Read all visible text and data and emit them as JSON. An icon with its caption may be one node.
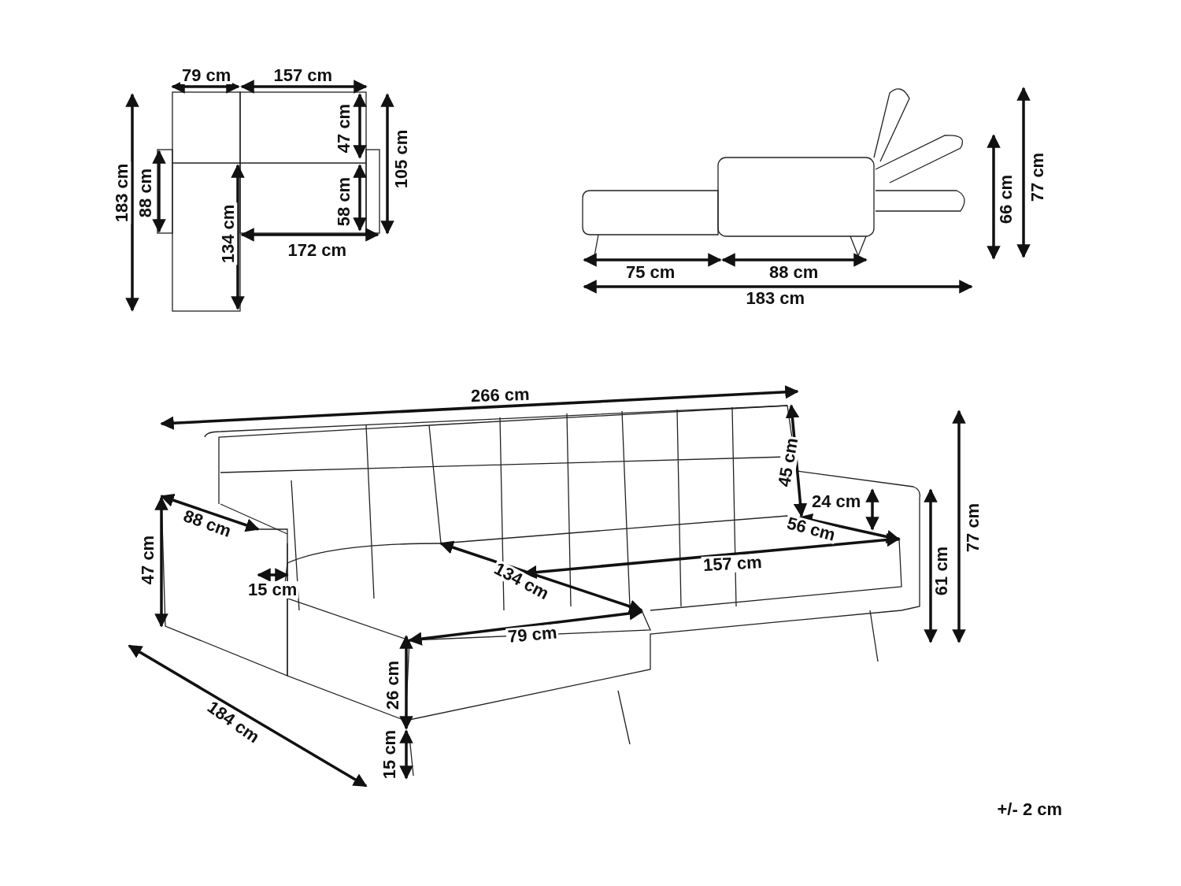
{
  "diagram": {
    "labels": [
      "79 cm",
      "157 cm",
      "47 cm",
      "105 cm",
      "183 cm",
      "88 cm",
      "58 cm",
      "134 cm",
      "172 cm",
      "77 cm",
      "66 cm",
      "75 cm",
      "88 cm",
      "183 cm",
      "266 cm",
      "45 cm",
      "24 cm",
      "88 cm",
      "56 cm",
      "47 cm",
      "157 cm",
      "61 cm",
      "77 cm",
      "134 cm",
      "15 cm",
      "79 cm",
      "26 cm",
      "184 cm",
      "15 cm",
      "+/- 2 cm"
    ]
  }
}
